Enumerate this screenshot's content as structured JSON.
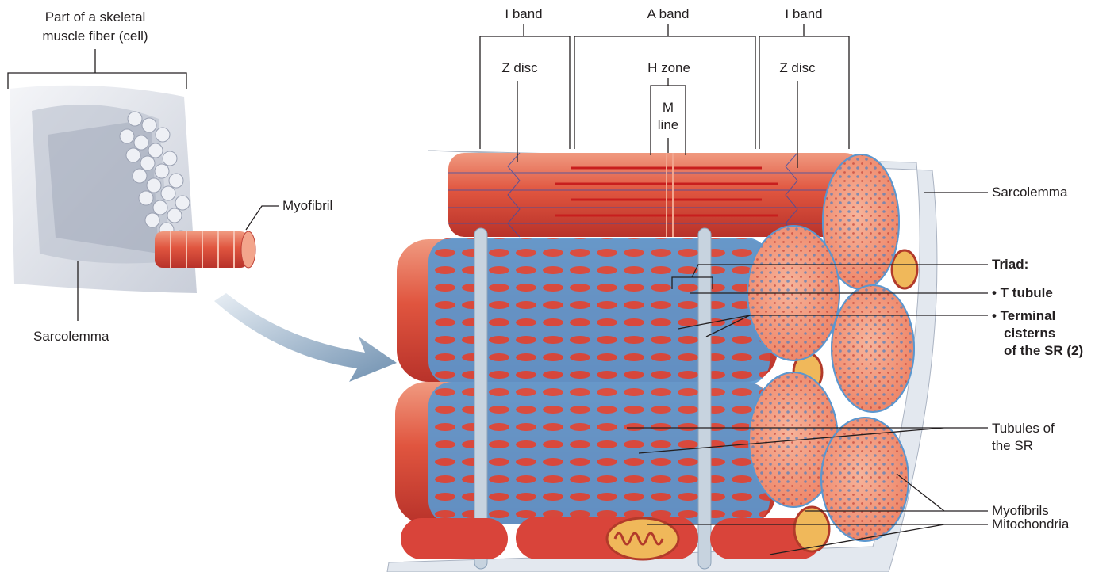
{
  "labels": {
    "fiber_title_line1": "Part of a skeletal",
    "fiber_title_line2": "muscle fiber (cell)",
    "myofibril": "Myofibril",
    "sarcolemma_left": "Sarcolemma",
    "i_band_left": "I band",
    "a_band": "A band",
    "i_band_right": "I band",
    "z_disc_left": "Z disc",
    "h_zone": "H zone",
    "z_disc_right": "Z disc",
    "m_line_1": "M",
    "m_line_2": "line",
    "sarcolemma_right": "Sarcolemma",
    "triad": "Triad:",
    "t_tubule": "• T tubule",
    "terminal_1": "• Terminal",
    "terminal_2": "cisterns",
    "terminal_3": "of the SR (2)",
    "sr_tubules_1": "Tubules of",
    "sr_tubules_2": "the SR",
    "myofibrils": "Myofibrils",
    "mitochondria": "Mitochondria"
  },
  "colors": {
    "myofibril_red": "#d9443a",
    "myofibril_light": "#ef8a6e",
    "sr_blue": "#4f8fc9",
    "sr_light": "#8ab9e0",
    "sarcolemma_gray": "#d7dde6",
    "leader_line": "#231f20"
  }
}
